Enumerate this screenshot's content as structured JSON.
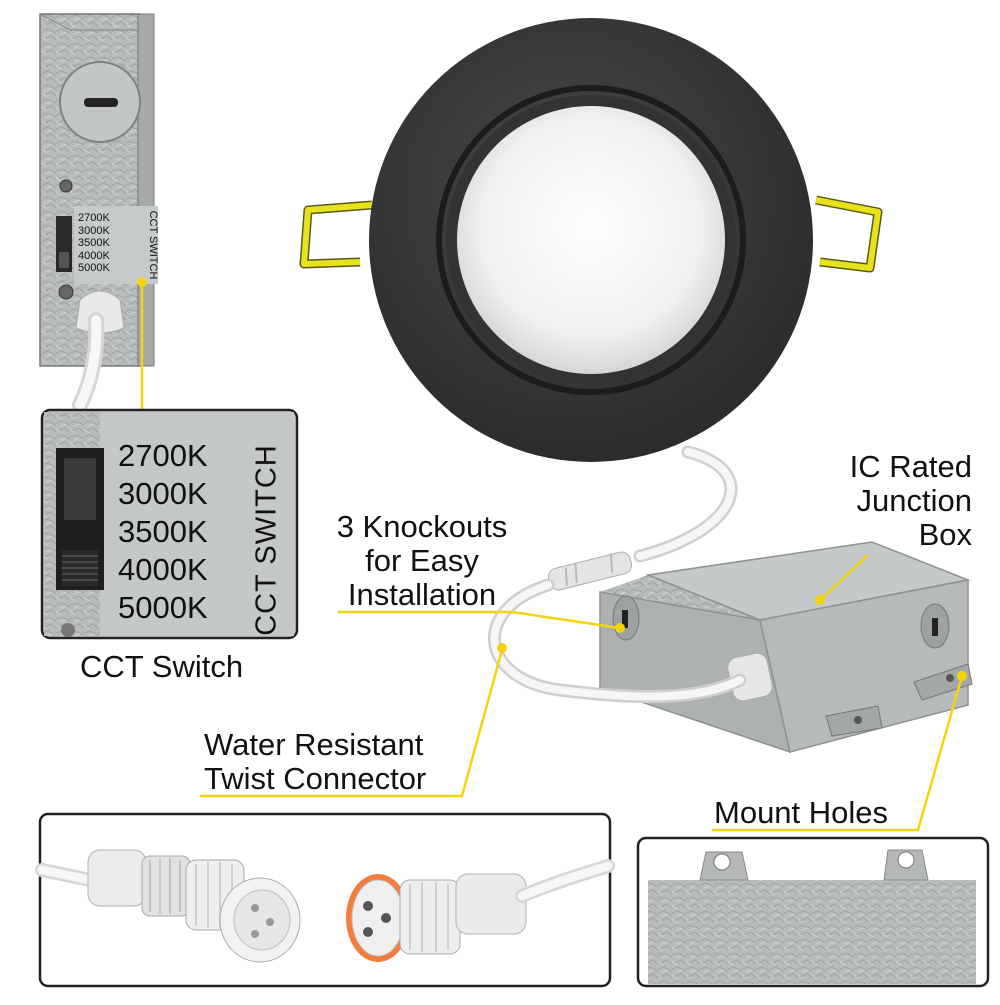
{
  "labels": {
    "cct_switch": "CCT Switch",
    "knockouts": [
      "3 Knockouts",
      "for Easy",
      "Installation"
    ],
    "ic_rated": [
      "IC Rated",
      "Junction",
      "Box"
    ],
    "water_resistant": [
      "Water Resistant",
      "Twist Connector"
    ],
    "mount_holes": "Mount Holes"
  },
  "cct": {
    "title": "CCT SWITCH",
    "options": [
      "2700K",
      "3000K",
      "3500K",
      "4000K",
      "5000K"
    ]
  },
  "colors": {
    "callout_line": "#f5d40f",
    "bezel": "#3d3d3d",
    "lens": "#f2f2f0",
    "spring_clip": "#e8e21c",
    "metal": "#b9bcbc",
    "inset_border": "#222222"
  }
}
